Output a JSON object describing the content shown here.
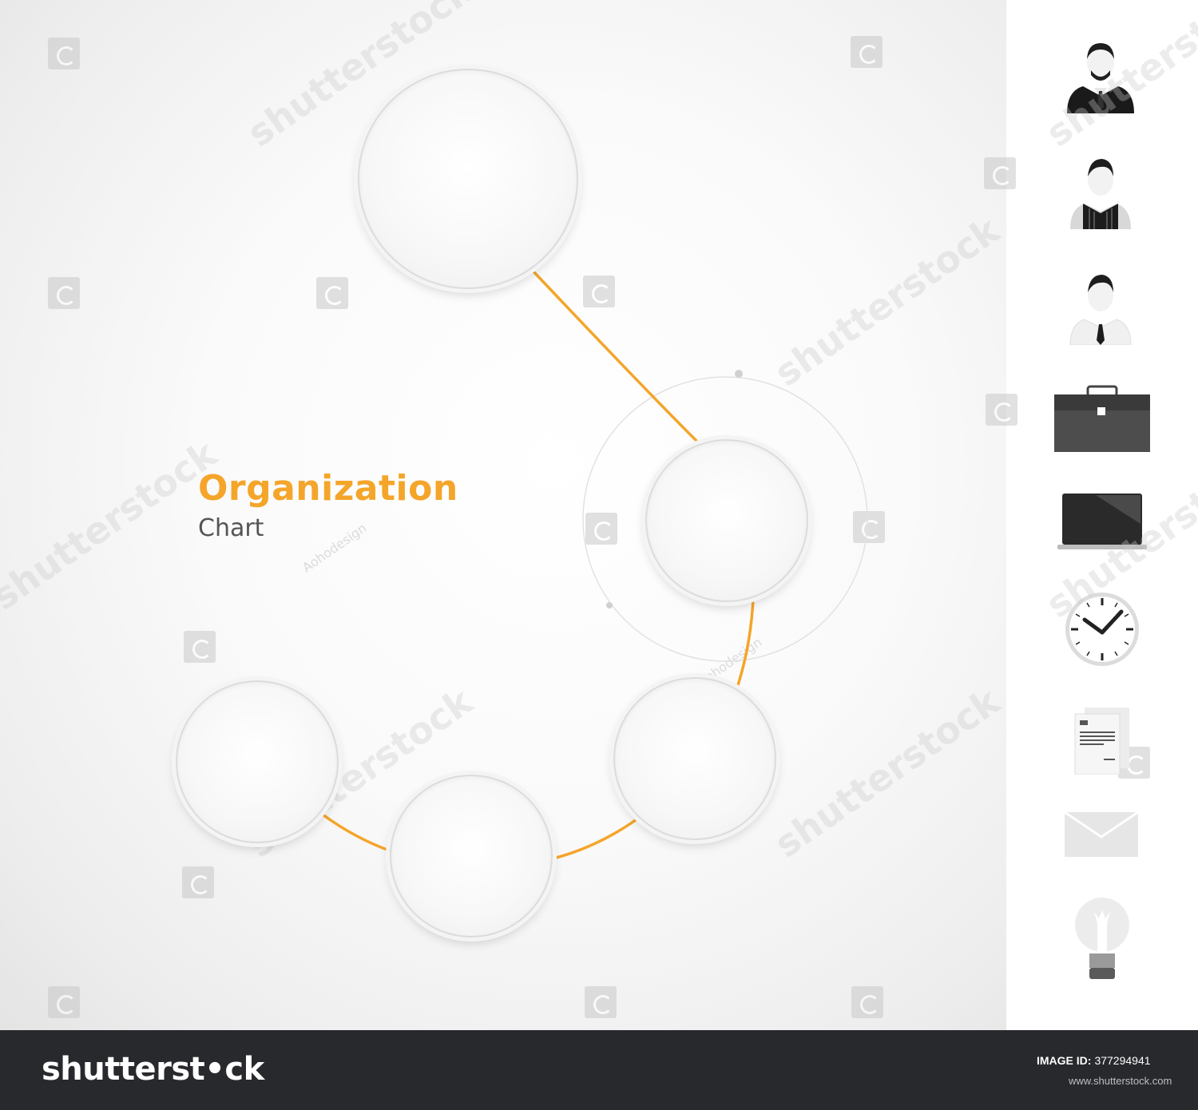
{
  "title": {
    "main": "Organization",
    "sub": "Chart"
  },
  "colors": {
    "accent": "#f4a52a",
    "connector": "#f4a52a",
    "subtitle": "#555555",
    "footer_bg": "#28292d"
  },
  "nodes": [
    "node-1",
    "node-2",
    "node-3",
    "node-4",
    "node-5"
  ],
  "icons": [
    "boss-avatar-icon",
    "employee-vest-avatar-icon",
    "employee-tie-avatar-icon",
    "briefcase-icon",
    "laptop-icon",
    "clock-icon",
    "documents-icon",
    "envelope-icon",
    "lightbulb-icon"
  ],
  "watermark": {
    "text": "shutterstock",
    "author": "Aohodesign"
  },
  "footer": {
    "logo": "shutterst•ck",
    "image_id_label": "IMAGE ID:",
    "image_id": "377294941",
    "site": "www.shutterstock.com"
  }
}
